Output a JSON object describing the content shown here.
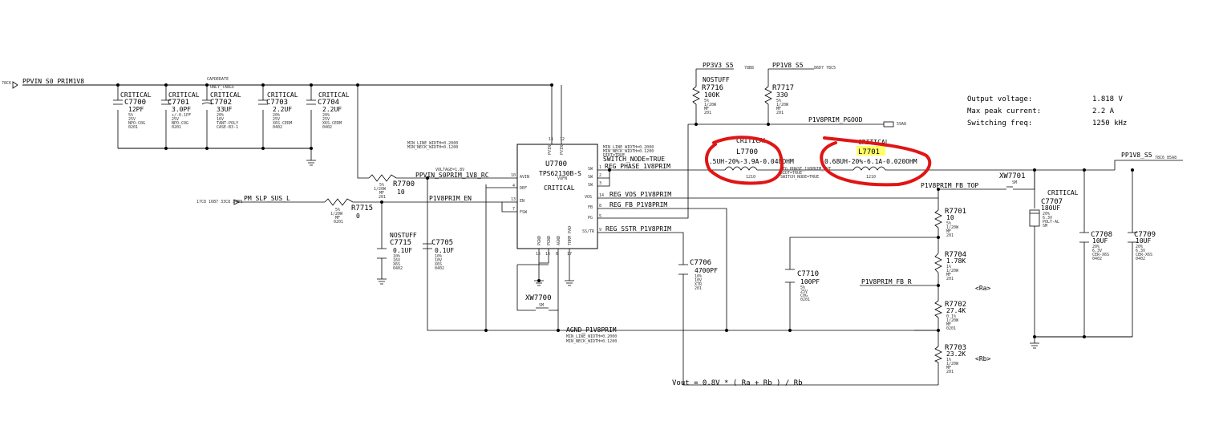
{
  "summary": {
    "output_voltage_label": "Output voltage:",
    "output_voltage_value": "1.818 V",
    "max_peak_current_label": "Max peak current:",
    "max_peak_current_value": "2.2 A",
    "switching_freq_label": "Switching freq:",
    "switching_freq_value": "1250 kHz"
  },
  "formula": "Vout = 0.8V * ( Ra + Rb ) / Rb",
  "nets": {
    "ppvin": "PPVIN_S0_PRIM1V8",
    "ppvin_rc": "PPVIN_S0PRIM_1V8_RC",
    "pm_slp": "PM_SLP_SUS_L",
    "en": "P1V8PRIM_EN",
    "pp3v3": "PP3V3_S5",
    "pp1v8_top": "PP1V8_S5",
    "pgood": "P1V8PRIM_PGOOD",
    "phase": "REG_PHASE_1V8PRIM",
    "vos": "REG_VOS_P1V8PRIM",
    "fb": "REG_FB_P1V8PRIM",
    "sstr": "REG_SSTR_P1V8PRIM",
    "agnd": "AGND_P1V8PRIM",
    "fb_top": "P1V8PRIM_FB_TOP",
    "fb_r": "P1V8PRIM_FB_R",
    "pp1v8_out": "PP1V8_S5"
  },
  "labels": {
    "critical": "CRITICAL",
    "nostuff": "NOSTUFF",
    "capderate": "CAPDERATE",
    "only_table": "ONLY_TABLE",
    "ra": "<Ra>",
    "rb": "<Rb>",
    "voltage": "VOLTAGE=1.8V",
    "min_line_a": "MIN_LINE_WIDTH=0.2000",
    "min_neck_a": "MIN_NECK_WIDTH=0.1200",
    "min_line_b": "MIN_LINE_WIDTH=0.2000",
    "min_neck_b": "MIN_NECK_WIDTH=0.1200",
    "didt": "DIDT=TRUE",
    "switch_node": "SWITCH_NODE=TRUE",
    "reg_phase_note": "REG_PHASE_1V8PRIM_OUT",
    "didt2": "DIDT=TRUE",
    "switch_node2": "SWITCH_NODE=TRUE",
    "agnd_line": "MIN_LINE_WIDTH=0.2000",
    "agnd_neck": "MIN_NECK_WIDTH=0.1200"
  },
  "ic": {
    "ref": "U7700",
    "part": "TPS62130B-S",
    "pkg": "VQFN",
    "critical": "CRITICAL",
    "pins_left": [
      {
        "num": "10",
        "name": "AVIN"
      },
      {
        "num": "4",
        "name": "DEF"
      },
      {
        "num": "13",
        "name": "EN"
      },
      {
        "num": "7",
        "name": "FSW"
      }
    ],
    "pins_right": [
      {
        "num": "1",
        "name": "SW"
      },
      {
        "num": "2",
        "name": "SW"
      },
      {
        "num": "3",
        "name": "SW"
      },
      {
        "num": "14",
        "name": "VOS"
      },
      {
        "num": "8",
        "name": "FB"
      },
      {
        "num": "5",
        "name": "PG"
      },
      {
        "num": "9",
        "name": "SS/TR"
      }
    ],
    "pins_top": [
      {
        "num": "11",
        "name": "PVIN"
      },
      {
        "num": "12",
        "name": "PVIN"
      }
    ],
    "pins_bottom": [
      {
        "num": "15",
        "name": "PGND"
      },
      {
        "num": "16",
        "name": "PGND"
      },
      {
        "num": "6",
        "name": "AGND"
      },
      {
        "num": "17",
        "name": "THRM PAD"
      }
    ]
  },
  "caps_top": [
    {
      "ref": "C7700",
      "val": "12PF",
      "tol": "5%",
      "volt": "25V",
      "diel": "NPO-C0G",
      "pkg": "0201"
    },
    {
      "ref": "C7701",
      "val": "3.0PF",
      "tol": "+/-0.1PF",
      "volt": "25V",
      "diel": "NPO-C0G",
      "pkg": "0201"
    },
    {
      "ref": "C7702",
      "val": "33UF",
      "tol": "20%",
      "volt": "16V",
      "diel": "TANT-POLY",
      "pkg": "CASE-B3-1"
    },
    {
      "ref": "C7703",
      "val": "2.2UF",
      "tol": "20%",
      "volt": "25V",
      "diel": "X6S-CERM",
      "pkg": "0402"
    },
    {
      "ref": "C7704",
      "val": "2.2UF",
      "tol": "20%",
      "volt": "25V",
      "diel": "X6S-CERM",
      "pkg": "0402"
    }
  ],
  "parts": {
    "r7700": {
      "ref": "R7700",
      "val": "10",
      "tol": "5%",
      "pw": "1/20W",
      "type": "MF",
      "pkg": "201"
    },
    "r7715": {
      "ref": "R7715",
      "val": "0",
      "tol": "5%",
      "pw": "1/20W",
      "type": "MF",
      "pkg": "0201"
    },
    "c7715": {
      "ref": "C7715",
      "val": "0.1UF",
      "tol": "10%",
      "volt": "16V",
      "diel": "X6S",
      "pkg": "0402"
    },
    "c7705": {
      "ref": "C7705",
      "val": "0.1UF",
      "tol": "10%",
      "volt": "10V",
      "diel": "X6S",
      "pkg": "0402"
    },
    "r7716": {
      "ref": "R7716",
      "val": "100K",
      "tol": "5%",
      "pw": "1/20W",
      "type": "MF",
      "pkg": "201"
    },
    "r7717": {
      "ref": "R7717",
      "val": "330",
      "tol": "5%",
      "pw": "1/20W",
      "type": "MF",
      "pkg": "201"
    },
    "l7700": {
      "ref": "L7700",
      "val": "1.5UH-20%-3.9A-0.048OHM",
      "pkg": "1210"
    },
    "l7701": {
      "ref": "L7701",
      "val": "0.68UH-20%-6.1A-0.020OHM",
      "pkg": "1210"
    },
    "xw7701": {
      "ref": "XW7701",
      "type": "SM"
    },
    "xw7700": {
      "ref": "XW7700",
      "type": "SM"
    },
    "c7706": {
      "ref": "C7706",
      "val": "4700PF",
      "tol": "10%",
      "volt": "10V",
      "diel": "X7R",
      "pkg": "201"
    },
    "c7710": {
      "ref": "C7710",
      "val": "100PF",
      "tol": "5%",
      "volt": "25V",
      "diel": "C0G",
      "pkg": "0201"
    },
    "r7701": {
      "ref": "R7701",
      "val": "10",
      "tol": "5%",
      "pw": "1/20W",
      "type": "MF",
      "pkg": "201"
    },
    "r7704": {
      "ref": "R7704",
      "val": "1.78K",
      "tol": "1%",
      "pw": "1/20W",
      "type": "MF",
      "pkg": "201"
    },
    "r7702": {
      "ref": "R7702",
      "val": "27.4K",
      "tol": "0.1%",
      "pw": "1/20W",
      "type": "MF",
      "pkg": "0201"
    },
    "r7703": {
      "ref": "R7703",
      "val": "23.2K",
      "tol": "1%",
      "pw": "1/20W",
      "type": "MF",
      "pkg": "201"
    },
    "c7707": {
      "ref": "C7707",
      "val": "180UF",
      "tol": "20%",
      "volt": "6.3V",
      "diel": "POLY-AL",
      "pkg": "SM"
    },
    "c7708": {
      "ref": "C7708",
      "val": "10UF",
      "tol": "20%",
      "volt": "6.3V",
      "diel": "CER-X6S",
      "pkg": "0402"
    },
    "c7709": {
      "ref": "C7709",
      "val": "10UF",
      "tol": "20%",
      "volt": "6.3V",
      "diel": "CER-X6S",
      "pkg": "0402"
    }
  },
  "offpage": {
    "ppvin_refs": "78C6",
    "pm_slp_refs": "17C8 16B7 33C8 34B8",
    "pp3v3_refs": "78B8",
    "pp1v8_refs": "86D7 78C5",
    "pgood_refs": "59A8",
    "out_refs": "78C6 85A8"
  },
  "colors": {
    "wire": "#000000",
    "annotation": "#e01515",
    "highlight": "#ffff66"
  }
}
